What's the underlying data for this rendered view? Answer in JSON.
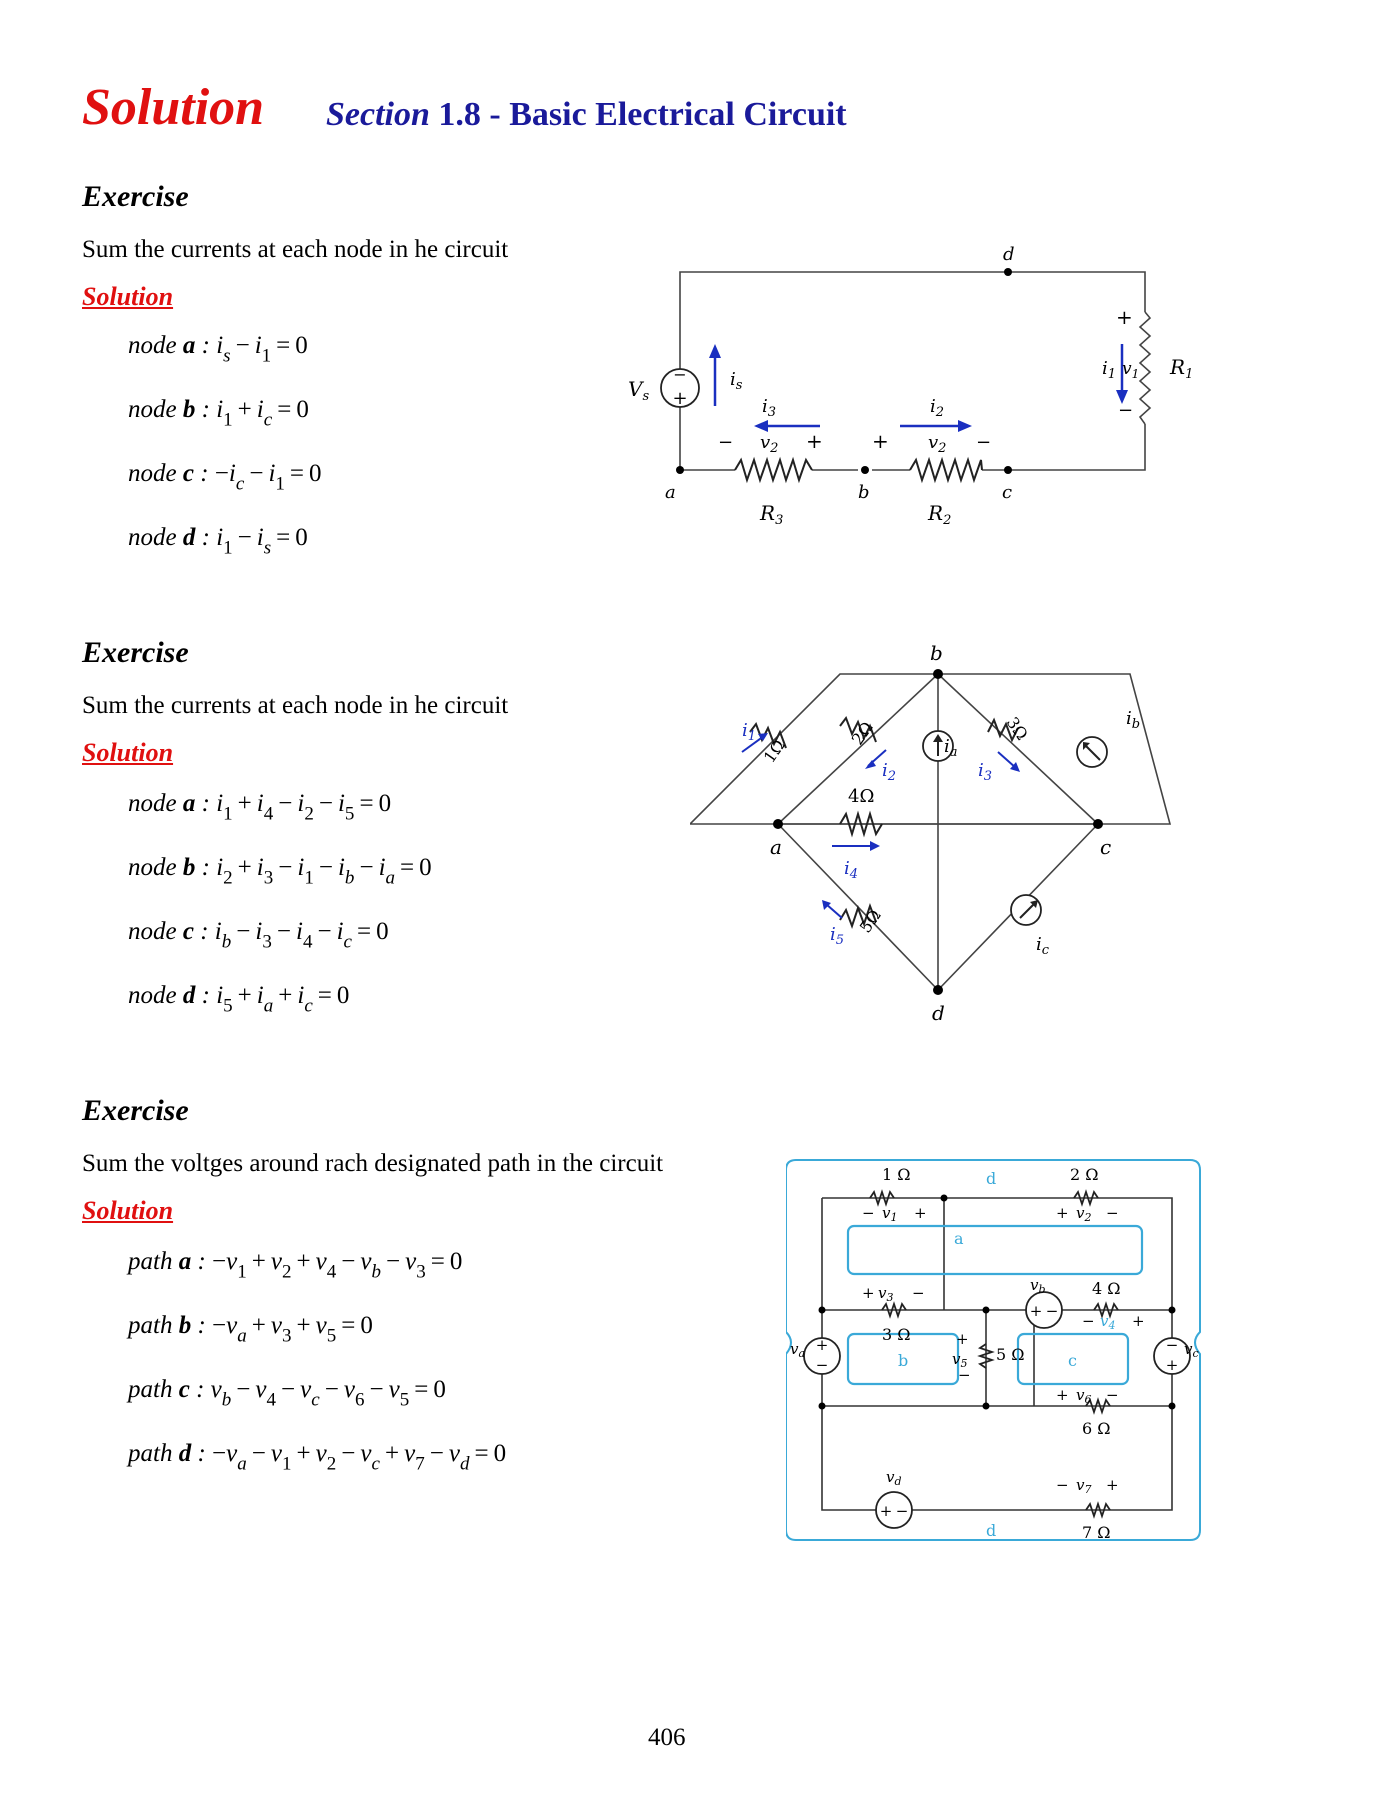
{
  "header": {
    "solution_title": "Solution",
    "section_word": "Section",
    "section_title": "1.8 - Basic Electrical Circuit"
  },
  "exercises": [
    {
      "heading": "Exercise",
      "prompt": "Sum the currents at each node in he circuit",
      "solution_label": "Solution",
      "equations": [
        {
          "label_word": "node",
          "label_var": "a",
          "expr": "i_s − i_1 = 0"
        },
        {
          "label_word": "node",
          "label_var": "b",
          "expr": "i_1 + i_c = 0"
        },
        {
          "label_word": "node",
          "label_var": "c",
          "expr": "−i_c − i_1 = 0"
        },
        {
          "label_word": "node",
          "label_var": "d",
          "expr": "i_1 − i_s = 0"
        }
      ]
    },
    {
      "heading": "Exercise",
      "prompt": "Sum the currents at each node in he circuit",
      "solution_label": "Solution",
      "equations": [
        {
          "label_word": "node",
          "label_var": "a",
          "expr": "i_1 + i_4 − i_2 − i_5 = 0"
        },
        {
          "label_word": "node",
          "label_var": "b",
          "expr": "i_2 + i_3 − i_1 − i_b − i_a = 0"
        },
        {
          "label_word": "node",
          "label_var": "c",
          "expr": "i_b − i_3 − i_4 − i_c = 0"
        },
        {
          "label_word": "node",
          "label_var": "d",
          "expr": "i_5 + i_a + i_c = 0"
        }
      ]
    },
    {
      "heading": "Exercise",
      "prompt": "Sum the voltges around rach designated path in the circuit",
      "solution_label": "Solution",
      "equations": [
        {
          "label_word": "path",
          "label_var": "a",
          "expr": "−v_1 + v_2 + v_4 − v_b − v_3 = 0"
        },
        {
          "label_word": "path",
          "label_var": "b",
          "expr": "−v_a + v_3 + v_5 = 0"
        },
        {
          "label_word": "path",
          "label_var": "c",
          "expr": "v_b − v_4 − v_c − v_6 − v_5 = 0"
        },
        {
          "label_word": "path",
          "label_var": "d",
          "expr": "−v_a − v_1 + v_2 − v_c + v_7 − v_d = 0"
        }
      ]
    }
  ],
  "circuit1": {
    "node_a": "a",
    "node_b": "b",
    "node_c": "c",
    "node_d": "d",
    "source": "V",
    "source_sub": "s",
    "plus": "+",
    "minus": "−",
    "current_is": "i",
    "current_is_sub": "s",
    "i3": "i",
    "i3_sub": "3",
    "i2": "i",
    "i2_sub": "2",
    "i1": "i",
    "i1_sub": "1",
    "v2": "v",
    "v2_sub": "2",
    "v1": "v",
    "v1_sub": "1",
    "R3": "R",
    "R3_sub": "3",
    "R2": "R",
    "R2_sub": "2",
    "R1": "R",
    "R1_sub": "1"
  },
  "circuit2": {
    "node_a": "a",
    "node_b": "b",
    "node_c": "c",
    "node_d": "d",
    "r_1ohm": "1Ω",
    "r_2ohm": "2Ω",
    "r_3ohm": "3Ω",
    "r_4ohm": "4Ω",
    "r_5ohm": "5Ω",
    "i1": "i",
    "i1_sub": "1",
    "i2": "i",
    "i2_sub": "2",
    "i3": "i",
    "i3_sub": "3",
    "i4": "i",
    "i4_sub": "4",
    "i5": "i",
    "i5_sub": "5",
    "ia": "i",
    "ia_sub": "a",
    "ib": "i",
    "ib_sub": "b",
    "ic": "i",
    "ic_sub": "c"
  },
  "circuit3": {
    "r1": "1 Ω",
    "r2": "2 Ω",
    "r3": "3 Ω",
    "r4": "4 Ω",
    "r5": "5 Ω",
    "r6": "6 Ω",
    "r7": "7 Ω",
    "v1": "v",
    "v1_sub": "1",
    "v2": "v",
    "v2_sub": "2",
    "v3": "v",
    "v3_sub": "3",
    "v4": "v",
    "v4_sub": "4",
    "v5": "v",
    "v5_sub": "5",
    "v6": "v",
    "v6_sub": "6",
    "v7": "v",
    "v7_sub": "7",
    "va": "v",
    "va_sub": "a",
    "vb": "v",
    "vb_sub": "b",
    "vc": "v",
    "vc_sub": "c",
    "vd": "v",
    "vd_sub": "d",
    "path_a": "a",
    "path_b": "b",
    "path_c": "c",
    "path_d_top": "d",
    "path_d_bottom": "d",
    "plus": "+",
    "minus": "−",
    "accent": "#3aa9d8"
  },
  "page_number": "406"
}
